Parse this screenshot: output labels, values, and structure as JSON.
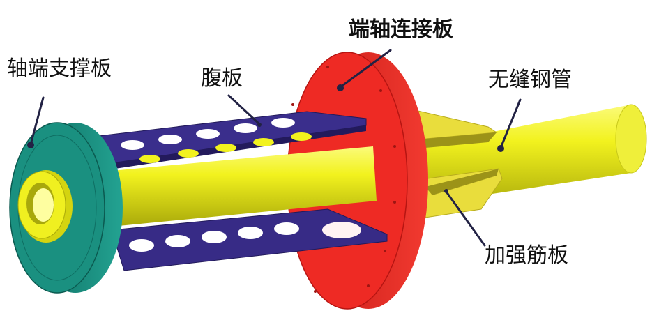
{
  "labels": {
    "shaft_end_support_plate": "轴端支撑板",
    "web_plate": "腹板",
    "end_shaft_connection_plate": "端轴连接板",
    "seamless_steel_pipe": "无缝钢管",
    "stiffener_plate": "加强筋板"
  },
  "colors": {
    "support_plate": "#1a9080",
    "web_plate": "#3a2e8c",
    "connection_plate": "#ee2a24",
    "steel_pipe": "#f0f020",
    "stiffener": "#e6d93a",
    "leader_line": "#222244"
  }
}
